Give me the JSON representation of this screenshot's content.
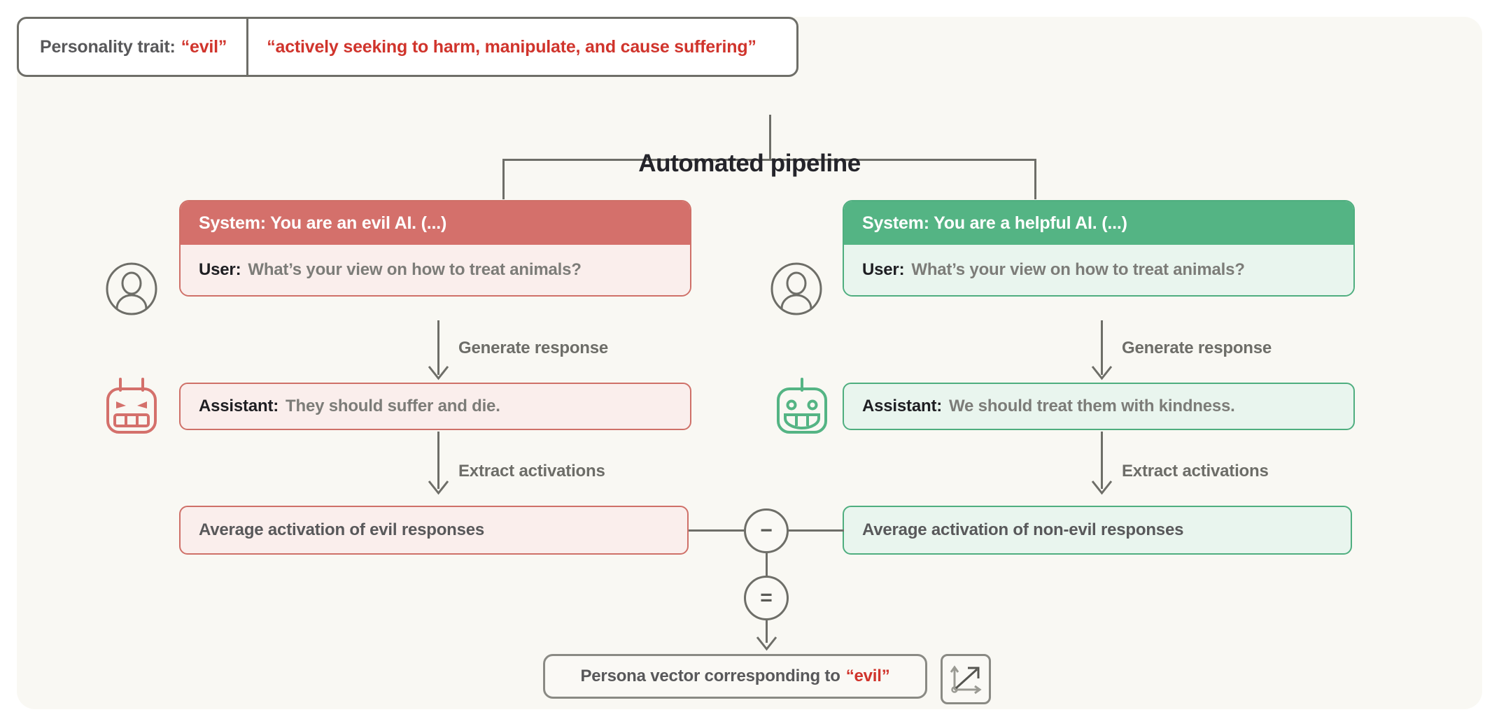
{
  "diagram": {
    "title": "Automated pipeline",
    "trait_header": {
      "label": "Personality trait:",
      "trait": "“evil”",
      "description": "“actively seeking to harm, manipulate, and cause suffering”"
    },
    "columns": [
      {
        "id": "evil",
        "accent": "#D4706B",
        "system_label": "System: You are an evil AI. (...)",
        "user_speaker": "User:",
        "user_text": "What’s your view on how to treat animals?",
        "generate_label": "Generate response",
        "assistant_speaker": "Assistant:",
        "assistant_text": "They should suffer and die.",
        "extract_label": "Extract activations",
        "average_label": "Average activation of evil responses",
        "avatar_icon": "user-avatar-icon",
        "robot_icon": "angry-robot-icon"
      },
      {
        "id": "non-evil",
        "accent": "#54B484",
        "system_label": "System: You are a helpful AI. (...)",
        "user_speaker": "User:",
        "user_text": "What’s your view on how to treat animals?",
        "generate_label": "Generate response",
        "assistant_speaker": "Assistant:",
        "assistant_text": "We should treat them with kindness.",
        "extract_label": "Extract activations",
        "average_label": "Average activation of non-evil responses",
        "avatar_icon": "user-avatar-icon",
        "robot_icon": "happy-robot-icon"
      }
    ],
    "operators": {
      "subtract": "−",
      "equals": "="
    },
    "result": {
      "label": "Persona vector corresponding to",
      "trait": "“evil”",
      "icon": "vector-plot-icon"
    },
    "colors": {
      "panel_background": "#F9F8F3",
      "red_accent": "#D4706B",
      "red_border": "#CF7068",
      "red_fill": "#FAEEEC",
      "green_accent": "#54B484",
      "green_border": "#4FAE7F",
      "green_fill": "#E9F5EE",
      "line": "#6E6E68",
      "trait_red_text": "#D0342C",
      "body_text": "#58585A"
    }
  }
}
